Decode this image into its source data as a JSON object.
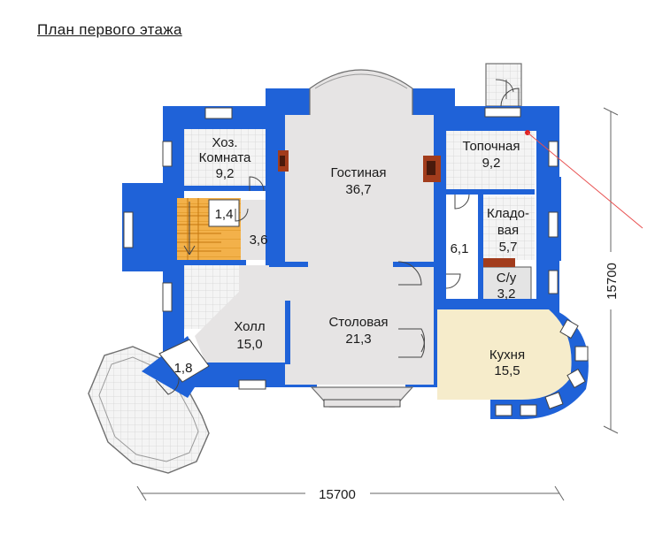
{
  "title": "План первого этажа",
  "colors": {
    "wall": "#1f62d8",
    "floor": "#e6e4e4",
    "tile": "#f2f2f2",
    "kitchen": "#f6eccb",
    "stairs": "#f2ad3c",
    "fireplace": "#a23c1c"
  },
  "rooms": {
    "khoz": {
      "line1": "Хоз.",
      "line2": "Комната",
      "area": "9,2"
    },
    "stair_small": {
      "area": "1,4"
    },
    "corridor": {
      "area": "3,6"
    },
    "gostinaya": {
      "name": "Гостиная",
      "area": "36,7"
    },
    "topochnaya": {
      "name": "Топочная",
      "area": "9,2"
    },
    "hall_small": {
      "area": "6,1"
    },
    "kladovaya": {
      "line1": "Кладо-",
      "line2": "вая",
      "area": "5,7"
    },
    "su": {
      "name": "С/у",
      "area": "3,2"
    },
    "holl": {
      "name": "Холл",
      "area": "15,0"
    },
    "stolovaya": {
      "name": "Столовая",
      "area": "21,3"
    },
    "kukhnya": {
      "name": "Кухня",
      "area": "15,5"
    },
    "tambur": {
      "area": "1,8"
    }
  },
  "dimensions": {
    "width": "15700",
    "depth": "15700"
  }
}
